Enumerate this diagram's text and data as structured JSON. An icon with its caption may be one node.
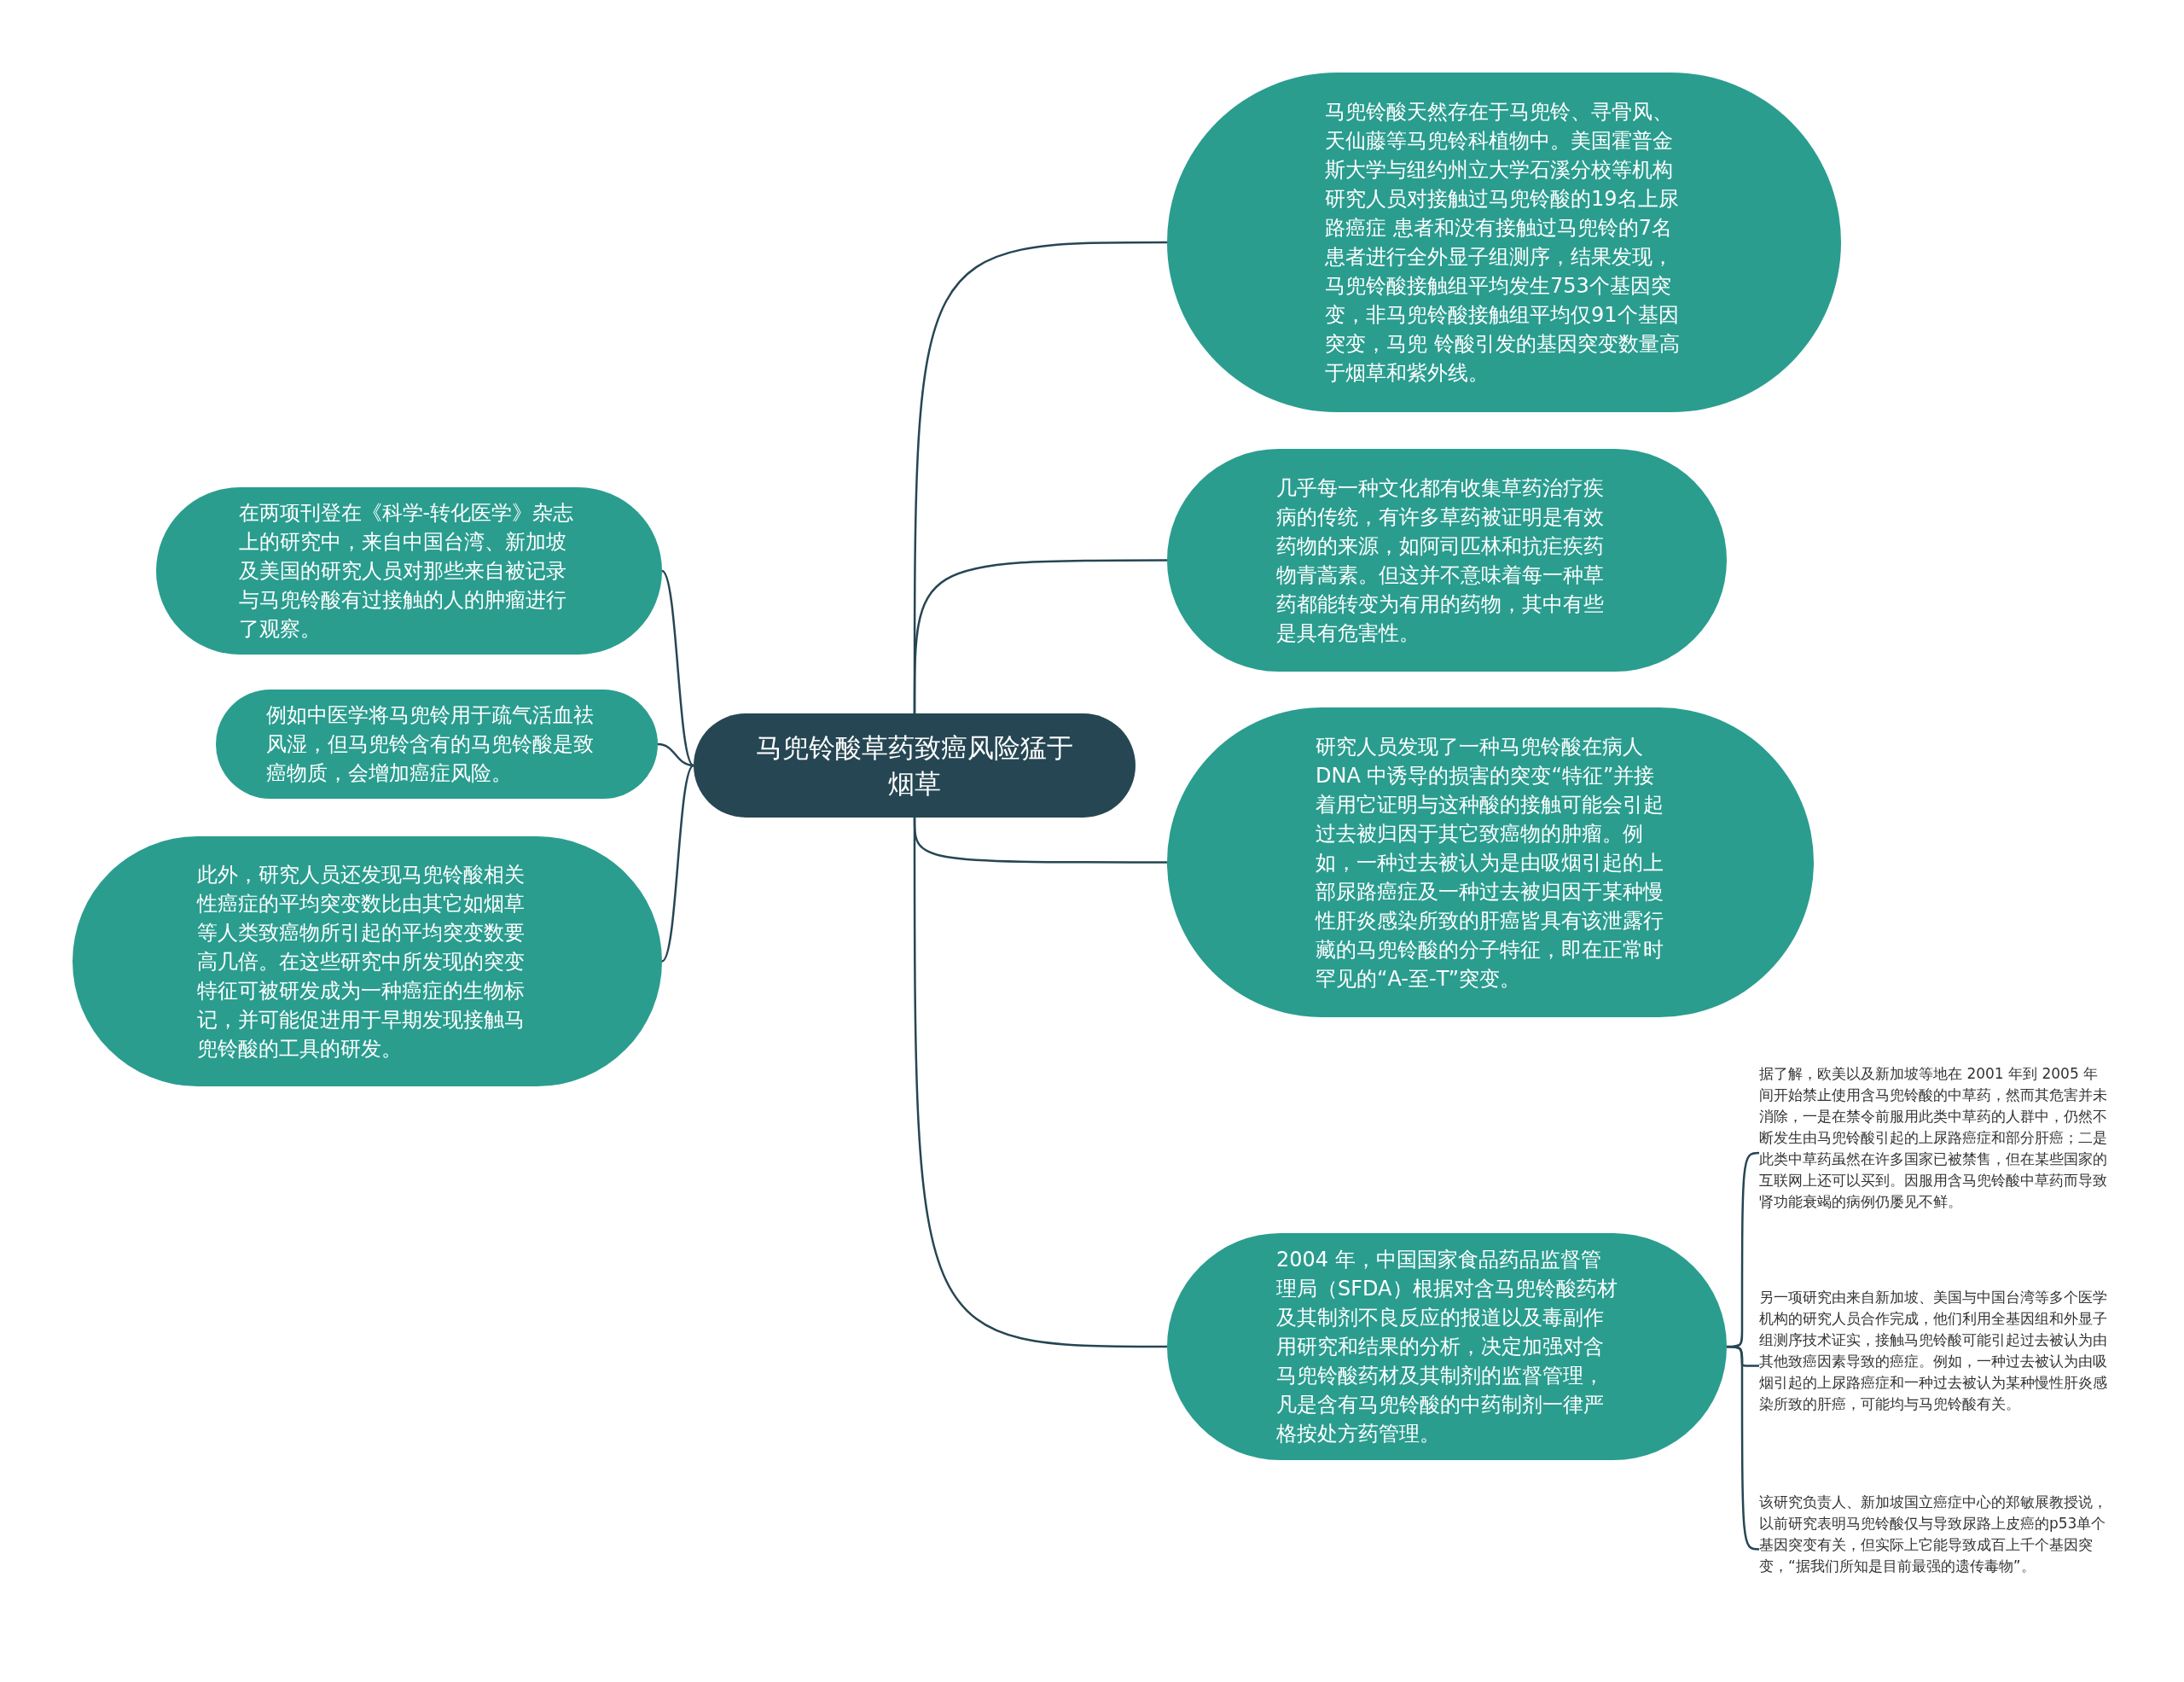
{
  "diagram": {
    "nodes": [
      {
        "text": [
          "马兜铃酸草药致癌风险猛于烟草"
        ]
      },
      {
        "text": [
          "马兜铃酸天然存在于马兜铃、寻骨风、天仙藤等马兜铃科植物中。美国霍普金斯大学与纽约州立大学石溪分校等机构研究人员对接触过马兜铃酸的19名上尿路癌症 患者和没有接触过马兜铃的7名患者进行全外显子组测序，结果发现，马兜铃酸接触组平均发生753个基因突变，非马兜铃酸接触组平均仅91个基因突变，马兜 铃酸引发的基因突变数量高于烟草和紫外线。"
        ]
      },
      {
        "text": [
          "几乎每一种文化都有收集草药治疗疾病的传统，有许多草药被证明是有效药物的来源，如阿司匹林和抗疟疾药物青蒿素。但这并不意味着每一种草药都能转变为有用的药物，其中有些是具有危害性。"
        ]
      },
      {
        "text": [
          "研究人员发现了一种马兜铃酸在病人 DNA 中诱导的损害的突变“特征”并接着用它证明与这种酸的接触可能会引起过去被归因于其它致癌物的肿瘤。例如，一种过去被认为是由吸烟引起的上部尿路癌症及一种过去被归因于某种慢性肝炎感染所致的肝癌皆具有该泄露行藏的马兜铃酸的分子特征，即在正常时罕见的“A-至-T”突变。"
        ]
      },
      {
        "text": [
          "2004 年，中国国家食品药品监督管理局（SFDA）根据对含马兜铃酸药材及其制剂不良反应的报道以及毒副作用研究和结果的分析，决定加强对含马兜铃酸药材及其制剂的监督管理，凡是含有马兜铃酸的中药制剂一律严格按处方药管理。"
        ]
      },
      {
        "text": [
          "据了解，欧美以及新加坡等地在 2001 年到 2005 年间开始禁止使用含马兜铃酸的中草药，然而其危害并未消除，一是在禁令前服用此类中草药的人群中，仍然不断发生由马兜铃酸引起的上尿路癌症和部分肝癌；二是此类中草药虽然在许多国家已被禁售，但在某些国家的互联网上还可以买到。因服用含马兜铃酸中草药而导致肾功能衰竭的病例仍屡见不鲜。"
        ]
      },
      {
        "text": [
          "另一项研究由来自新加坡、美国与中国台湾等多个医学机构的研究人员合作完成，他们利用全基因组和外显子组测序技术证实，接触马兜铃酸可能引起过去被认为由其他致癌因素导致的癌症。例如，一种过去被认为由吸烟引起的上尿路癌症和一种过去被认为某种慢性肝炎感染所致的肝癌，可能均与马兜铃酸有关。"
        ]
      },
      {
        "text": [
          "该研究负责人、新加坡国立癌症中心的郑敏展教授说，以前研究表明马兜铃酸仅与导致尿路上皮癌的p53单个基因突变有关，但实际上它能导致成百上千个基因突变，“据我们所知是目前最强的遗传毒物”。"
        ]
      },
      {
        "text": [
          "在两项刊登在《科学-转化医学》杂志上的研究中，来自中国台湾、新加坡及美国的研究人员对那些来自被记录与马兜铃酸有过接触的人的肿瘤进行了观察。"
        ]
      },
      {
        "text": [
          "例如中医学将马兜铃用于疏气活血祛风湿，但马兜铃含有的马兜铃酸是致癌物质，会增加癌症风险。"
        ]
      },
      {
        "text": [
          "此外，研究人员还发现马兜铃酸相关性癌症的平均突变数比由其它如烟草等人类致癌物所引起的平均突变数要高几倍。在这些研究中所发现的突变特征可被研发成为一种癌症的生物标记，并可能促进用于早期发现接触马兜铃酸的工具的研发。"
        ]
      }
    ],
    "edges": [
      {
        "from": 0,
        "to": 1,
        "arrow": "none"
      },
      {
        "from": 0,
        "to": 2,
        "arrow": "none"
      },
      {
        "from": 0,
        "to": 3,
        "arrow": "none"
      },
      {
        "from": 0,
        "to": 4,
        "arrow": "none"
      },
      {
        "from": 4,
        "to": 5,
        "arrow": "none"
      },
      {
        "from": 4,
        "to": 6,
        "arrow": "none"
      },
      {
        "from": 4,
        "to": 7,
        "arrow": "none"
      },
      {
        "from": 0,
        "to": 8,
        "arrow": "none"
      },
      {
        "from": 0,
        "to": 9,
        "arrow": "none"
      },
      {
        "from": 0,
        "to": 10,
        "arrow": "none"
      }
    ]
  }
}
